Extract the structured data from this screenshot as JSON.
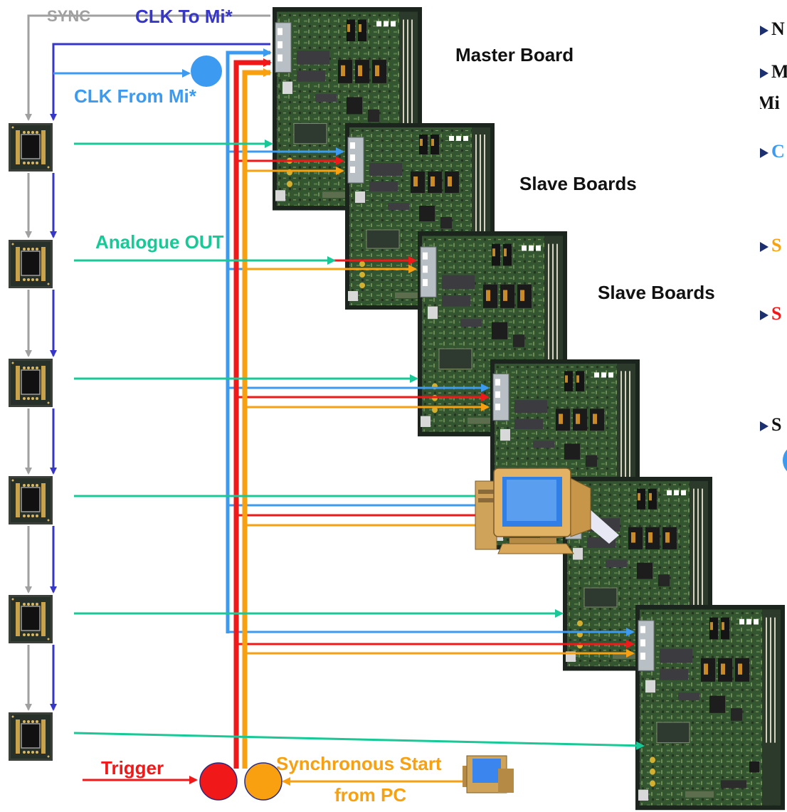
{
  "labels": {
    "sync": "SYNC",
    "clk_to": "CLK To Mi*",
    "clk_from": "CLK From Mi*",
    "master_board": "Master Board",
    "slave_boards_1": "Slave Boards",
    "slave_boards_2": "Slave Boards",
    "analogue_out": "Analogue OUT",
    "trigger": "Trigger",
    "sync_start_1": "Synchronous Start",
    "sync_start_2": "from PC"
  },
  "right_text": {
    "b1": "N",
    "b2": "M",
    "b2_line2": "Mi",
    "b3": "C",
    "b4": "S",
    "b5": "S",
    "b6": "S"
  },
  "colors": {
    "sync": "#a0a0a0",
    "clk_to": "#3636c8",
    "clk_from": "#3c9af0",
    "analogue": "#18c896",
    "trigger": "#f01818",
    "start": "#f8a010",
    "board_dark": "#1e2a22",
    "board_green": "#3e6a3a"
  },
  "icons": [
    "chip-icon",
    "circuit-board-icon",
    "computer-icon",
    "junction-circle-icon"
  ]
}
